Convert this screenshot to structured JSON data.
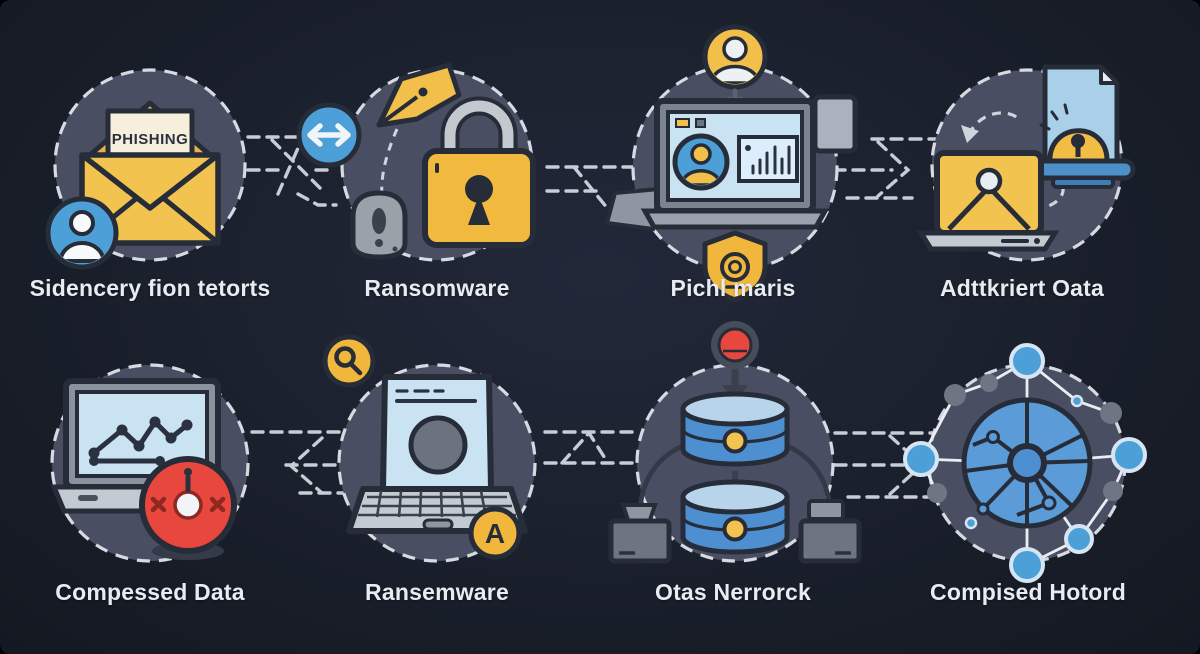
{
  "page": {
    "background": "#1a202c",
    "circle_fill": "#4a4e63",
    "dash_color": "#d6dbe2",
    "accent_yellow": "#f0bc47",
    "accent_blue": "#4d9fd8",
    "accent_red": "#e8473e",
    "label_color": "#e8ecf2"
  },
  "figures": [
    {
      "label": "Sidencery fion tetorts",
      "icon": "phishing-email-icon",
      "envelope_text": "PHISHING"
    },
    {
      "label": "Ransomware",
      "icon": "ransomware-lock-icon"
    },
    {
      "label": "Pichl maris",
      "icon": "identity-monitor-icon"
    },
    {
      "label": "Adttkriert Oata",
      "icon": "locked-document-transfer-icon"
    },
    {
      "label": "Compessed Data",
      "icon": "compromised-laptop-alert-icon"
    },
    {
      "label": "Ransemware",
      "icon": "scanner-laptop-icon",
      "badge_letter": "A"
    },
    {
      "label": "Otas Nerrorck",
      "icon": "database-alert-icon"
    },
    {
      "label": "Compised Hotord",
      "icon": "network-graph-icon"
    }
  ]
}
